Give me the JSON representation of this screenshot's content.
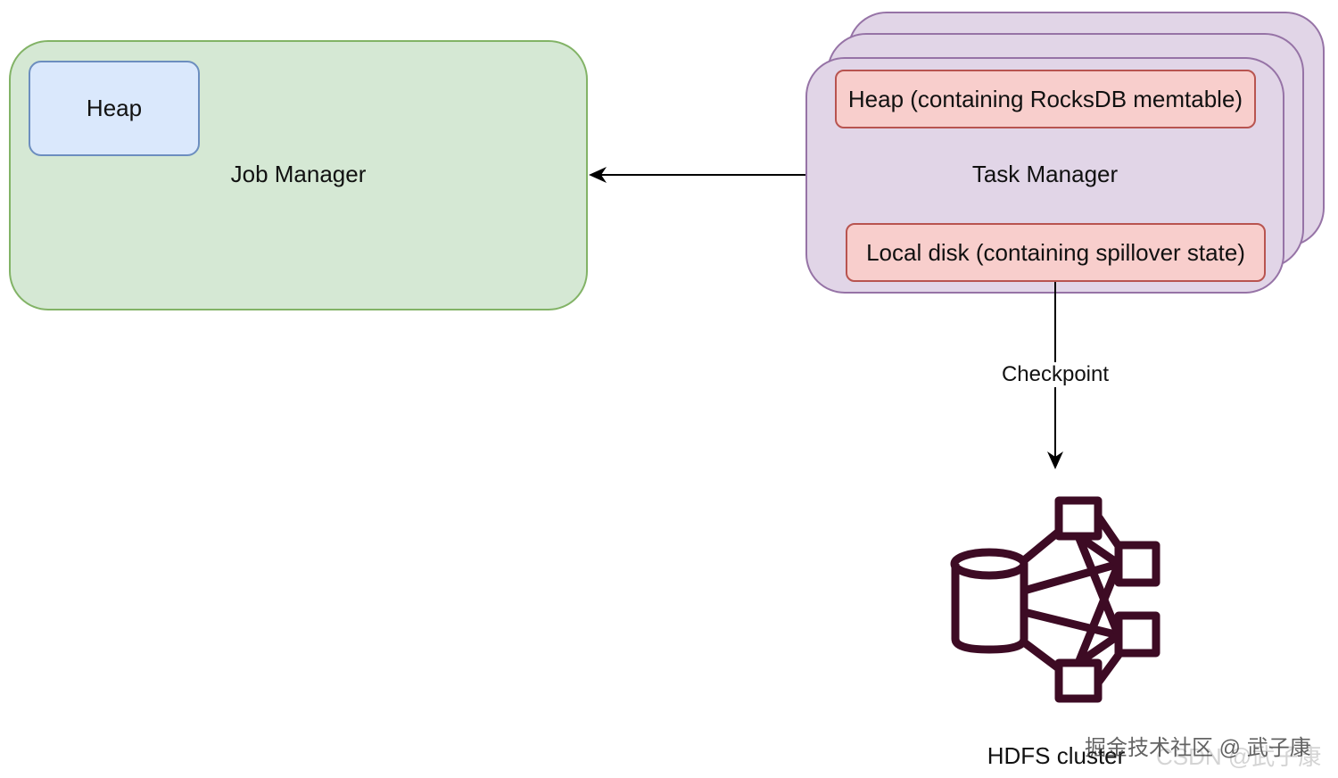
{
  "job_manager": {
    "label": "Job Manager",
    "heap_label": "Heap"
  },
  "task_manager": {
    "label": "Task Manager",
    "heap_label": "Heap (containing RocksDB memtable)",
    "disk_label": "Local disk (containing spillover state)"
  },
  "edges": {
    "checkpoint_label": "Checkpoint"
  },
  "hdfs": {
    "label": "HDFS cluster",
    "icon": "hdfs-cluster-icon"
  },
  "watermark": {
    "text": "掘金技术社区 @ 武子康",
    "text2": "CSDN @武子康"
  },
  "colors": {
    "job_manager_fill": "#d5e8d4",
    "job_manager_stroke": "#82b366",
    "heap_fill": "#dae8fc",
    "heap_stroke": "#6c8ebf",
    "task_manager_fill": "#e1d5e7",
    "task_manager_stroke": "#9673a6",
    "state_fill": "#f8cecc",
    "state_stroke": "#b85450",
    "icon_color": "#3d0b24"
  }
}
